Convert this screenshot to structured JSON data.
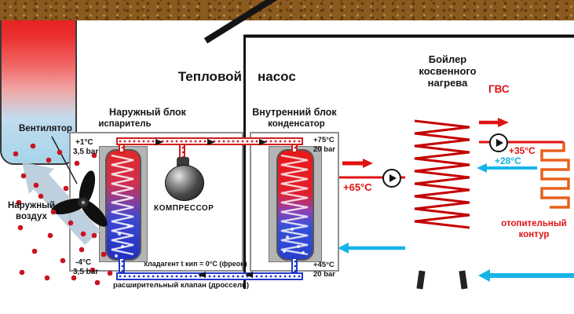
{
  "title": {
    "part1": "Тепловой",
    "part2": "насос"
  },
  "outdoor_unit": {
    "name": "Наружный блок",
    "component": "испаритель",
    "top_temp": "+1°C",
    "top_pressure": "3,5 bar",
    "bottom_temp": "-4°C",
    "bottom_pressure": "3,5 bar"
  },
  "compressor": {
    "label": "КОМПРЕССОР"
  },
  "indoor_unit": {
    "name": "Внутренний блок",
    "component": "конденсатор",
    "top_temp": "+75°C",
    "top_pressure": "20 bar",
    "bottom_temp": "+45°C",
    "bottom_pressure": "20 bar"
  },
  "refrigerant": {
    "label": "хладагент t кип = 0°C (фреон)",
    "expansion_valve": "расширительный клапан (дроссель)"
  },
  "boiler": {
    "line1": "Бойлер",
    "line2": "косвенного",
    "line3": "нагрева"
  },
  "flows": {
    "supply_temp": "+65°C",
    "dhw": "ГВС",
    "heating_supply_temp": "+35°C",
    "heating_return_temp": "+28°C"
  },
  "heating_circuit": {
    "line1": "отопительный",
    "line2": "контур"
  },
  "fan": {
    "label": "Вентилятор"
  },
  "outside_air": {
    "line1": "Наружный",
    "line2": "воздух"
  },
  "colors": {
    "hot": "#e01212",
    "cold": "#14b0e0",
    "coil_orange": "#e8601c"
  }
}
